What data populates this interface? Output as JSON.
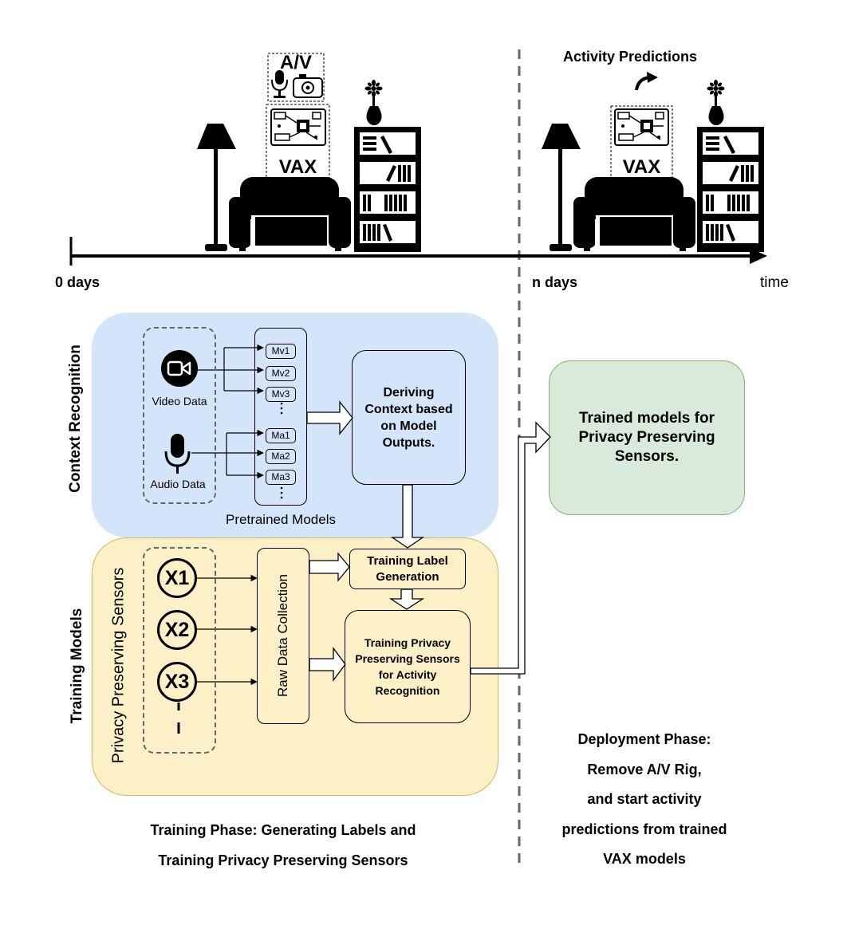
{
  "timeline": {
    "start_label": "0 days",
    "end_label": "n days",
    "axis_label": "time"
  },
  "scene_left": {
    "av_label": "A/V",
    "vax_label": "VAX"
  },
  "scene_right": {
    "predictions_label": "Activity Predictions",
    "vax_label": "VAX"
  },
  "context": {
    "section_label": "Context Recognition",
    "video_label": "Video Data",
    "audio_label": "Audio Data",
    "video_models": [
      "Mv1",
      "Mv2",
      "Mv3"
    ],
    "audio_models": [
      "Ma1",
      "Ma2",
      "Ma3"
    ],
    "models_caption": "Pretrained Models",
    "deriving_box": "Deriving Context based on Model Outputs."
  },
  "training": {
    "section_label": "Training Models",
    "sensors_label": "Privacy Preserving Sensors",
    "sensors": [
      "X1",
      "X2",
      "X3"
    ],
    "raw_data": "Raw Data Collection",
    "label_gen": "Training Label Generation",
    "train_box": "Training Privacy Preserving Sensors for Activity Recognition"
  },
  "output": {
    "trained_box": "Trained models for Privacy Preserving Sensors."
  },
  "captions": {
    "training_phase_line1": "Training Phase: Generating Labels and",
    "training_phase_line2": "Training Privacy Preserving Sensors",
    "deploy_line1": "Deployment Phase:",
    "deploy_line2": "Remove A/V Rig,",
    "deploy_line3": "and start activity",
    "deploy_line4": "predictions from trained",
    "deploy_line5": "VAX models"
  }
}
